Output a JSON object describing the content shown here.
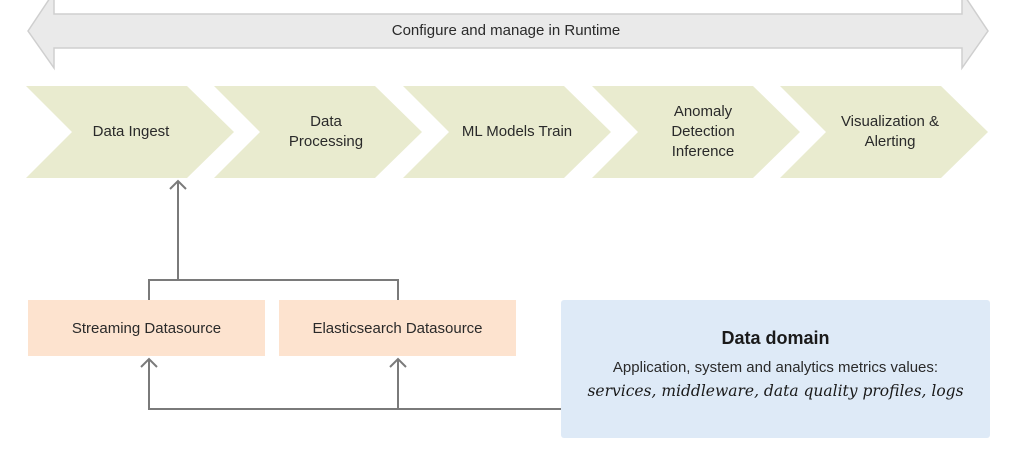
{
  "runtime_banner": {
    "label": "Configure and manage in Runtime"
  },
  "pipeline": {
    "stages": [
      {
        "label": "Data Ingest"
      },
      {
        "label": "Data\nProcessing"
      },
      {
        "label": "ML Models Train"
      },
      {
        "label": "Anomaly\nDetection\nInference"
      },
      {
        "label": "Visualization &\nAlerting"
      }
    ]
  },
  "datasources": {
    "streaming": "Streaming Datasource",
    "elasticsearch": "Elasticsearch Datasource"
  },
  "data_domain": {
    "title": "Data domain",
    "description": "Application, system and analytics metrics values:",
    "items": "services, middleware, data quality profiles, logs"
  },
  "colors": {
    "banner_fill": "#eaeaea",
    "banner_stroke": "#cfcfcf",
    "stage_fill": "#e9ebcf",
    "datasource_fill": "#fde3cf",
    "domain_fill": "#deeaf7",
    "connector": "#7a7a7a"
  }
}
